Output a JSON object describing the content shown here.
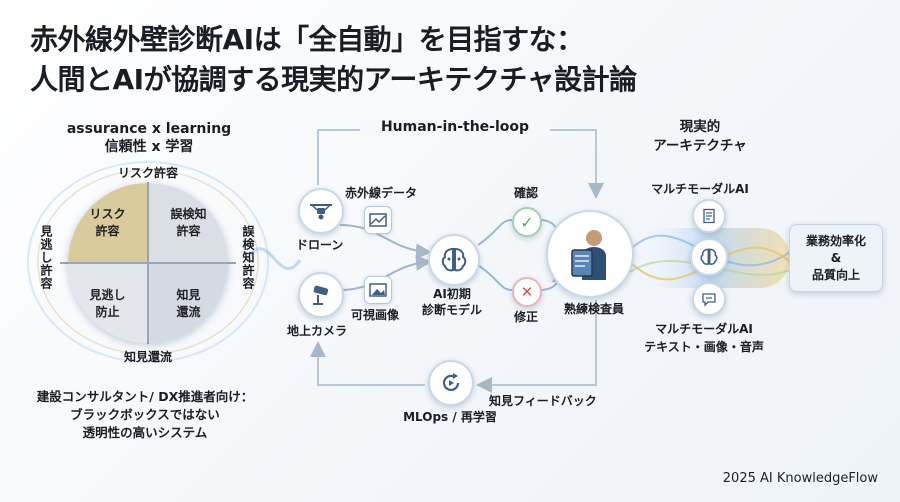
{
  "title": {
    "line1": "赤外線外壁診断AIは「全自動」を目指すな：",
    "line2": "人間とAIが協調する現実的アーキテクチャ設計論"
  },
  "left": {
    "heading_en": "assurance x learning",
    "heading_jp": "信頼性 x 学習",
    "axis_top": "リスク許容",
    "axis_bottom": "知見還流",
    "axis_left": "見逃し許容",
    "axis_right": "誤検知許容",
    "quadrants": [
      {
        "l1": "リスク",
        "l2": "許容"
      },
      {
        "l1": "誤検知",
        "l2": "許容"
      },
      {
        "l1": "見逃し",
        "l2": "防止"
      },
      {
        "l1": "知見",
        "l2": "還流"
      }
    ],
    "footer": {
      "line1": "建設コンサルタント/ DX推進者向け：",
      "line2": "ブラックボックスではない",
      "line3": "透明性の高いシステム"
    }
  },
  "center": {
    "loop_title": "Human-in-the-loop",
    "drone": "ドローン",
    "ir_data": "赤外線データ",
    "ground_camera": "地上カメラ",
    "visible_image": "可視画像",
    "ai_model": {
      "l1": "AI初期",
      "l2": "診断モデル"
    },
    "confirm": "確認",
    "correct": "修正",
    "inspector": "熟練検査員",
    "feedback": "知見フィードバック",
    "mlops": "MLOps / 再学習"
  },
  "right": {
    "heading_l1": "現実的",
    "heading_l2": "アーキテクチャ",
    "multimodal_top": "マルチモーダルAI",
    "multimodal_bottom": "マルチモーダルAI",
    "modalities": "テキスト・画像・音声",
    "outcome": {
      "l1": "業務効率化",
      "l2": "&",
      "l3": "品質向上"
    }
  },
  "credit": "2025 AI KnowledgeFlow",
  "colors": {
    "accent_blue": "#4a78a8",
    "gold": "#cdbb86",
    "gray_quad": "#d9dde3",
    "check_green": "#4caf6a",
    "cross_red": "#d9534f"
  }
}
